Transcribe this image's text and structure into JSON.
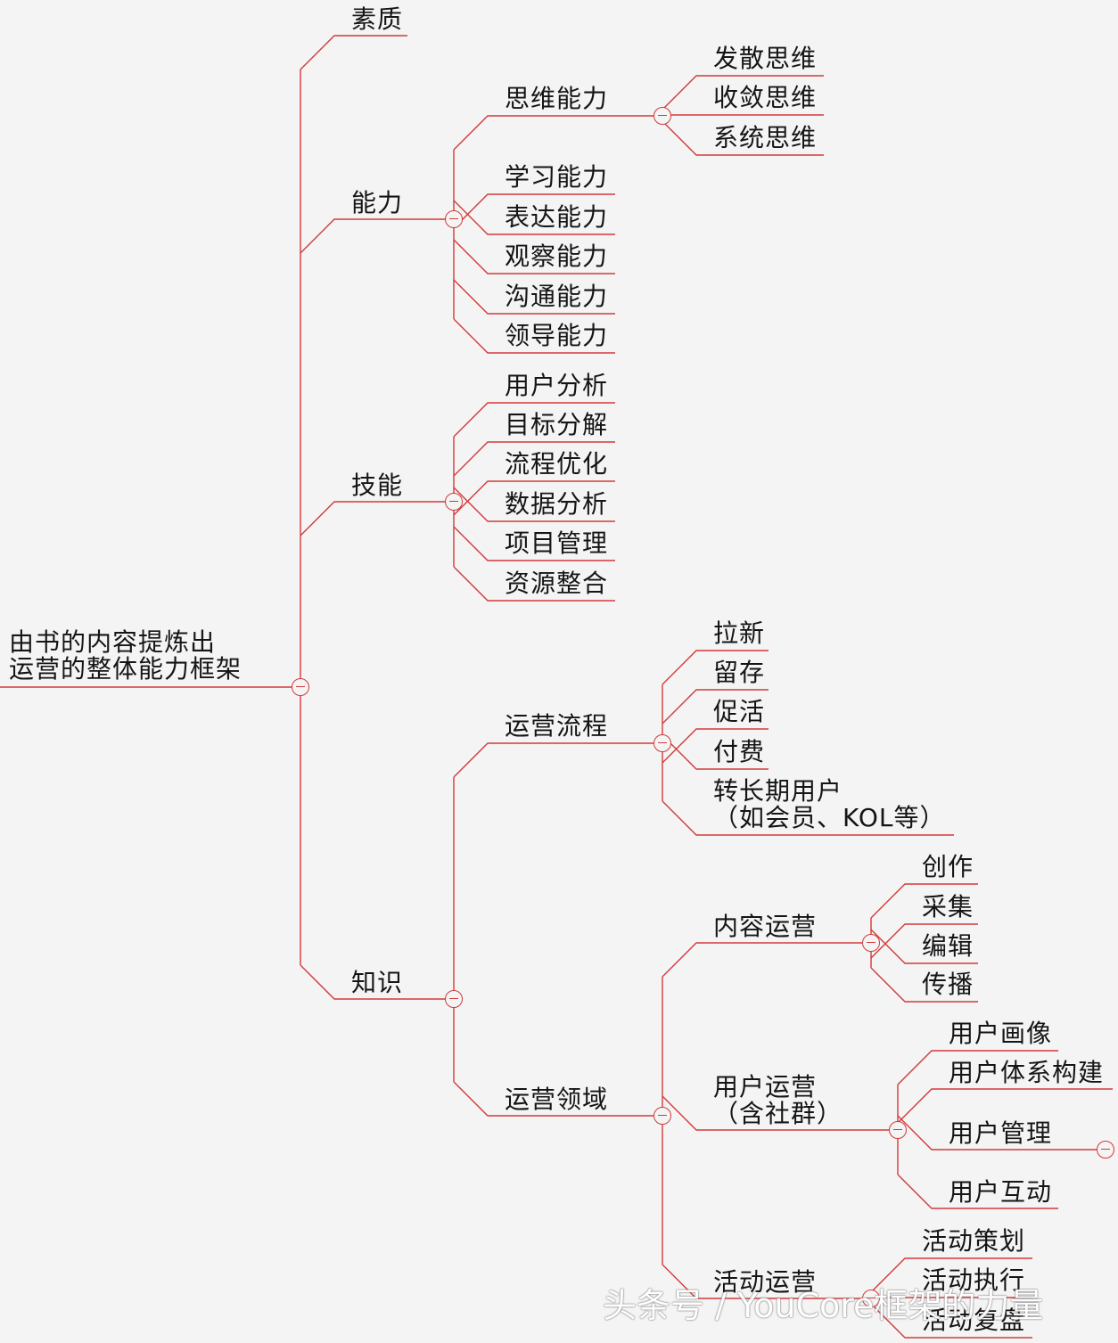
{
  "colors": {
    "line": "#d23a3a",
    "text": "#151515",
    "background": "#f4f4f4"
  },
  "mindmap": {
    "root": {
      "line1": "由书的内容提炼出",
      "line2": "运营的整体能力框架"
    },
    "suzhi": "素质",
    "nengli": {
      "label": "能力",
      "siwei": {
        "label": "思维能力",
        "children": [
          "发散思维",
          "收敛思维",
          "系统思维"
        ]
      },
      "items": [
        "学习能力",
        "表达能力",
        "观察能力",
        "沟通能力",
        "领导能力"
      ]
    },
    "jineng": {
      "label": "技能",
      "items": [
        "用户分析",
        "目标分解",
        "流程优化",
        "数据分析",
        "项目管理",
        "资源整合"
      ]
    },
    "zhishi": {
      "label": "知识",
      "liucheng": {
        "label": "运营流程",
        "items": [
          "拉新",
          "留存",
          "促活",
          "付费"
        ],
        "zhuan": {
          "line1": "转长期用户",
          "line2": "（如会员、KOL等）"
        }
      },
      "lingyu": {
        "label": "运营领域",
        "neirong": {
          "label": "内容运营",
          "items": [
            "创作",
            "采集",
            "编辑",
            "传播"
          ]
        },
        "yonghu": {
          "line1": "用户运营",
          "line2": "（含社群）",
          "items": [
            "用户画像",
            "用户体系构建",
            "用户管理",
            "用户互动"
          ]
        },
        "huodong": {
          "label": "活动运营",
          "items": [
            "活动策划",
            "活动执行",
            "活动复盘"
          ]
        }
      }
    }
  },
  "watermark": "头条号 / YouCore框架的力量"
}
